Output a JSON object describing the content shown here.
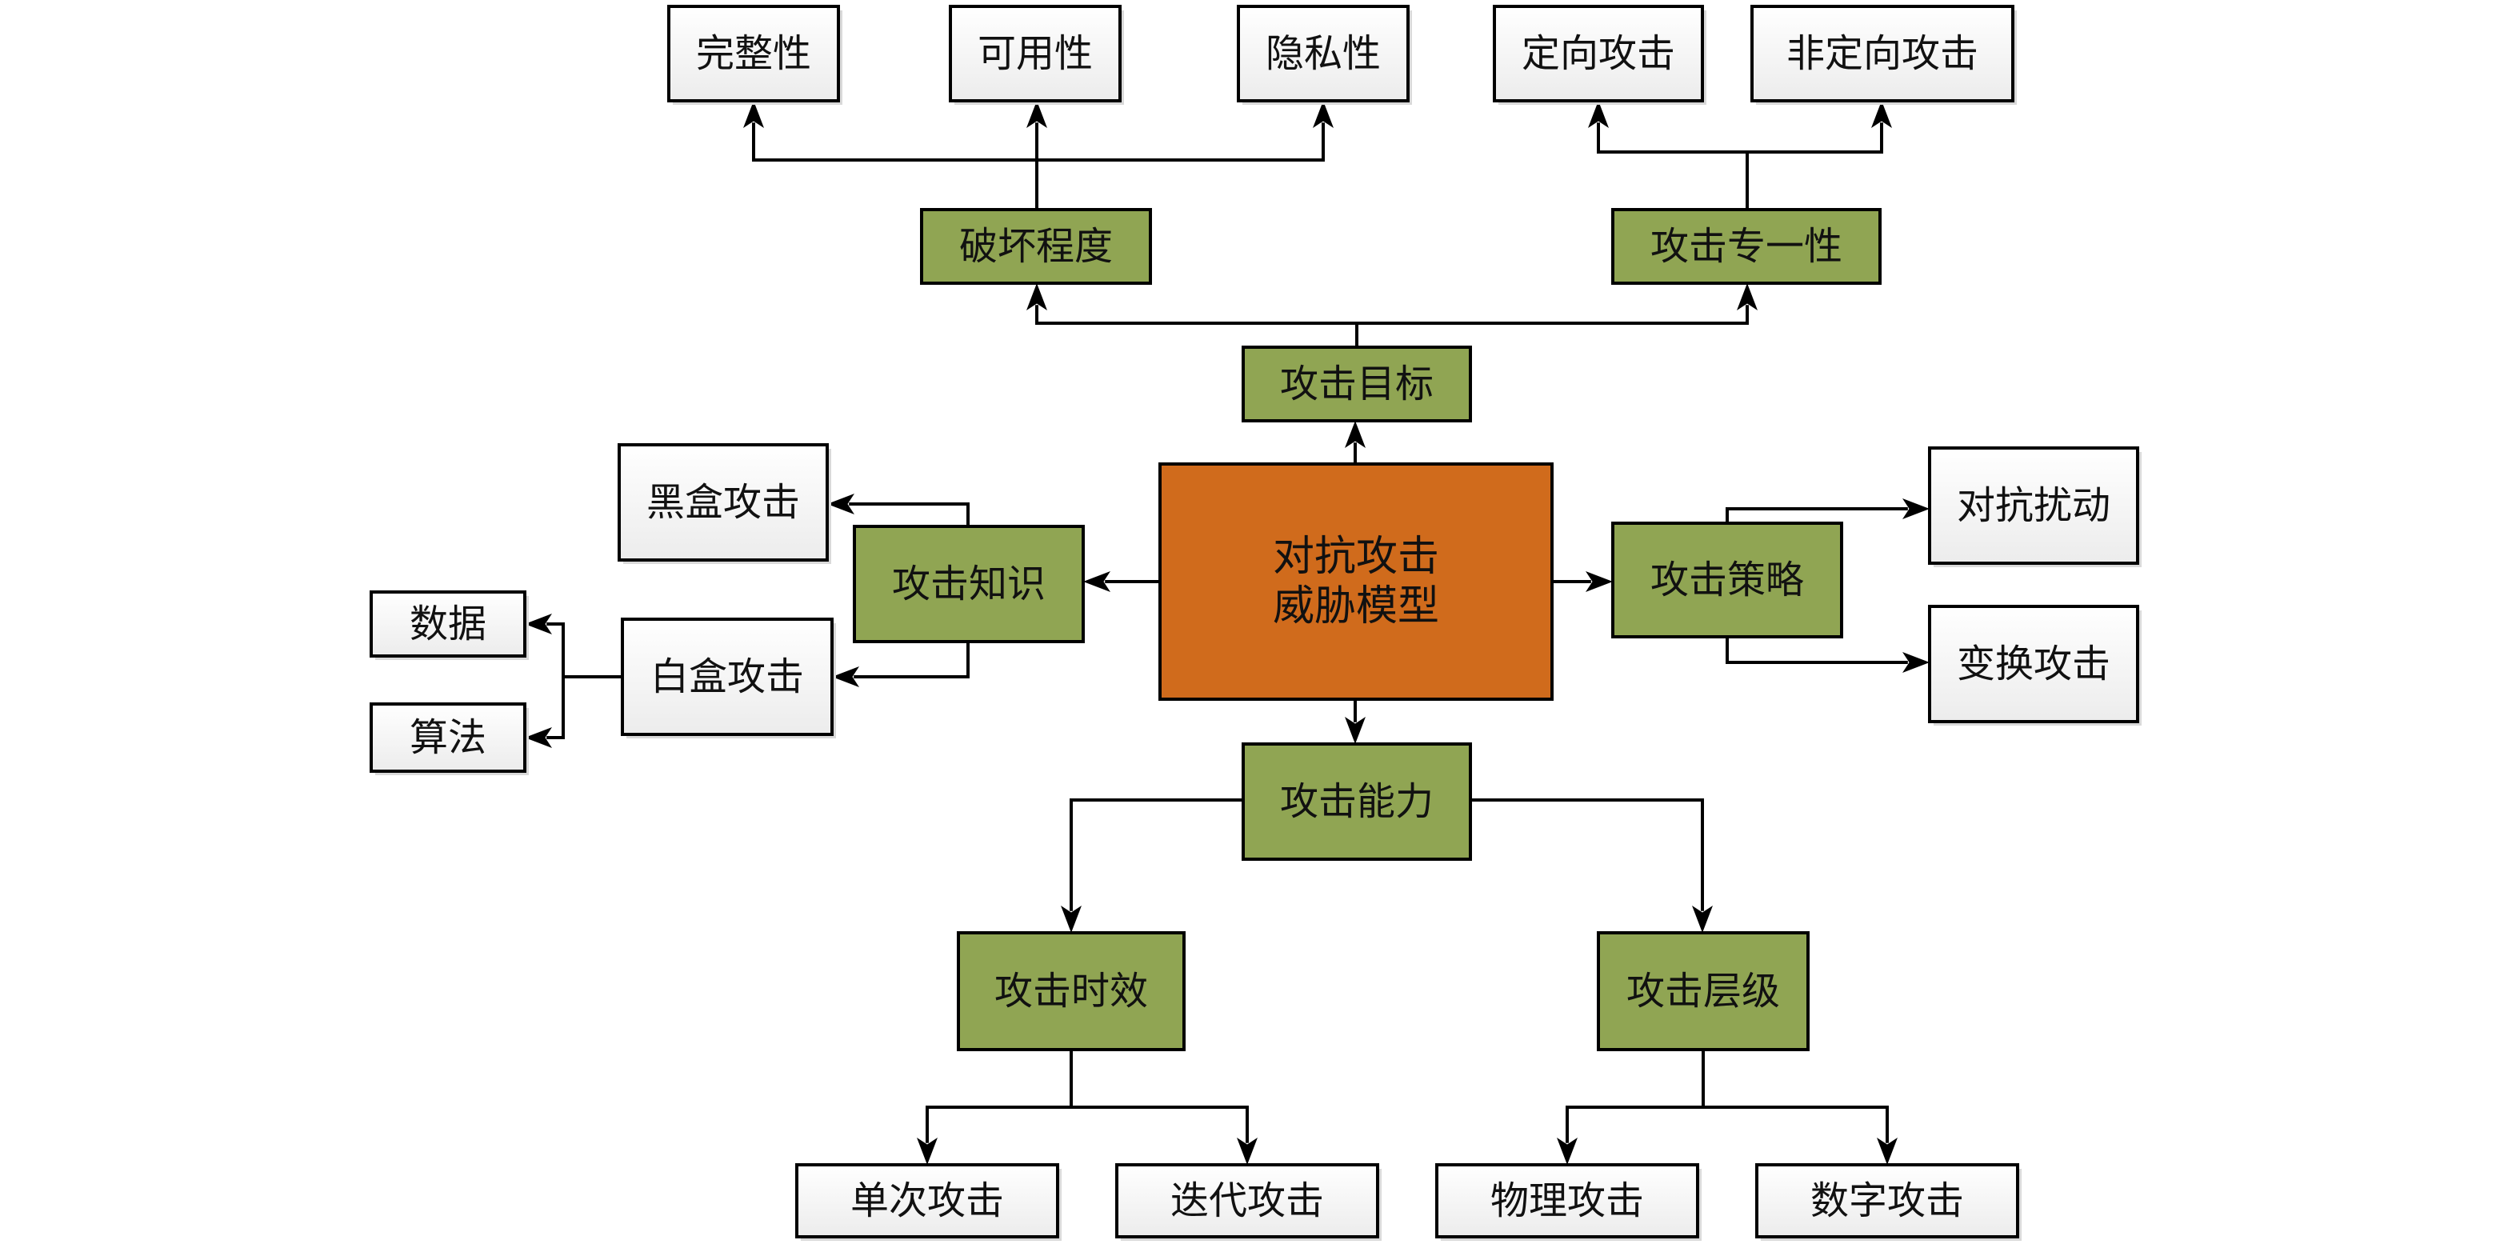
{
  "title": "对抗攻击威胁模型",
  "colors": {
    "center_fill": "#d06b1c",
    "category_fill": "#90a553",
    "leaf_fill_top": "#ffffff",
    "leaf_fill_bottom": "#ececec",
    "stroke": "#000000"
  },
  "center": {
    "id": "center",
    "lines": [
      "对抗攻击",
      "威胁模型"
    ]
  },
  "categories": [
    {
      "id": "goal",
      "label": "攻击目标"
    },
    {
      "id": "damage",
      "label": "破坏程度"
    },
    {
      "id": "specificity",
      "label": "攻击专一性"
    },
    {
      "id": "knowledge",
      "label": "攻击知识"
    },
    {
      "id": "strategy",
      "label": "攻击策略"
    },
    {
      "id": "capability",
      "label": "攻击能力"
    },
    {
      "id": "timeliness",
      "label": "攻击时效"
    },
    {
      "id": "level",
      "label": "攻击层级"
    }
  ],
  "leaves": [
    {
      "id": "integrity",
      "label": "完整性"
    },
    {
      "id": "availability",
      "label": "可用性"
    },
    {
      "id": "privacy",
      "label": "隐私性"
    },
    {
      "id": "targeted",
      "label": "定向攻击"
    },
    {
      "id": "untargeted",
      "label": "非定向攻击"
    },
    {
      "id": "blackbox",
      "label": "黑盒攻击"
    },
    {
      "id": "whitebox",
      "label": "白盒攻击"
    },
    {
      "id": "data",
      "label": "数据"
    },
    {
      "id": "algorithm",
      "label": "算法"
    },
    {
      "id": "perturbation",
      "label": "对抗扰动"
    },
    {
      "id": "transform",
      "label": "变换攻击"
    },
    {
      "id": "single",
      "label": "单次攻击"
    },
    {
      "id": "iterative",
      "label": "迭代攻击"
    },
    {
      "id": "physical",
      "label": "物理攻击"
    },
    {
      "id": "digital",
      "label": "数字攻击"
    }
  ],
  "edges": [
    {
      "from": "center",
      "to": "goal"
    },
    {
      "from": "center",
      "to": "knowledge"
    },
    {
      "from": "center",
      "to": "strategy"
    },
    {
      "from": "center",
      "to": "capability"
    },
    {
      "from": "goal",
      "to": "damage"
    },
    {
      "from": "goal",
      "to": "specificity"
    },
    {
      "from": "damage",
      "to": "integrity"
    },
    {
      "from": "damage",
      "to": "availability"
    },
    {
      "from": "damage",
      "to": "privacy"
    },
    {
      "from": "specificity",
      "to": "targeted"
    },
    {
      "from": "specificity",
      "to": "untargeted"
    },
    {
      "from": "knowledge",
      "to": "blackbox"
    },
    {
      "from": "knowledge",
      "to": "whitebox"
    },
    {
      "from": "whitebox",
      "to": "data"
    },
    {
      "from": "whitebox",
      "to": "algorithm"
    },
    {
      "from": "strategy",
      "to": "perturbation"
    },
    {
      "from": "strategy",
      "to": "transform"
    },
    {
      "from": "capability",
      "to": "timeliness"
    },
    {
      "from": "capability",
      "to": "level"
    },
    {
      "from": "timeliness",
      "to": "single"
    },
    {
      "from": "timeliness",
      "to": "iterative"
    },
    {
      "from": "level",
      "to": "physical"
    },
    {
      "from": "level",
      "to": "digital"
    }
  ]
}
